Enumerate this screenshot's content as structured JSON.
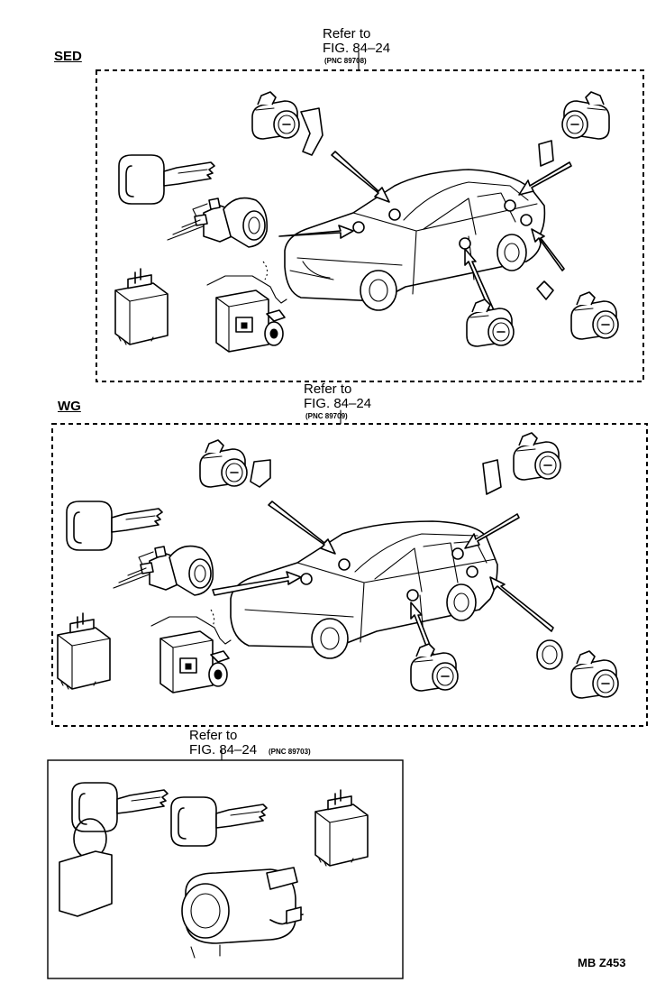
{
  "sections": {
    "sed": {
      "label": "SED",
      "refer_line1": "Refer to",
      "refer_line2": "FIG. 84–24",
      "pnc": "(PNC 89708)"
    },
    "wg": {
      "label": "WG",
      "refer_line1": "Refer to",
      "refer_line2": "FIG. 84–24",
      "pnc": "(PNC 89709)"
    },
    "kit": {
      "refer_line1": "Refer to",
      "refer_line2": "FIG. 84–24",
      "pnc": "(PNC 89703)"
    }
  },
  "figure_code": "MB Z453",
  "parts": {
    "sed": [
      "ignition-key-icon",
      "ignition-lock-cylinder-icon",
      "relay-unit-icon",
      "control-module-icon",
      "door-lock-cylinder-icon",
      "trunk-lock-cylinder-icon",
      "rear-door-lock-cylinder-icon",
      "fuel-lid-lock-icon",
      "sedan-car-icon"
    ],
    "wg": [
      "ignition-key-icon",
      "ignition-lock-cylinder-icon",
      "relay-unit-icon",
      "control-module-icon",
      "door-lock-cylinder-icon",
      "back-door-lock-cylinder-icon",
      "rear-door-lock-cylinder-icon",
      "fuel-lid-lock-icon",
      "wagon-car-icon"
    ],
    "kit": [
      "key-with-tag-icon",
      "key-icon",
      "relay-unit-icon",
      "lock-cylinder-icon"
    ]
  }
}
